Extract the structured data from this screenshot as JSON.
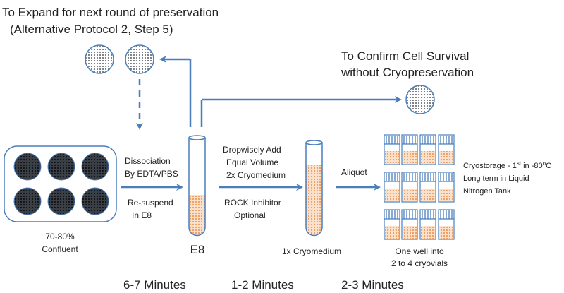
{
  "labels": {
    "expand_line1": "To Expand for next round of preservation",
    "expand_line2": "(Alternative Protocol 2, Step 5)",
    "confirm_line1": "To Confirm Cell Survival",
    "confirm_line2": "without Cryopreservation",
    "confluent_line1": "70-80%",
    "confluent_line2": "Confluent",
    "dissociation_line1": "Dissociation",
    "dissociation_line2": "By EDTA/PBS",
    "resuspend_line1": "Re-suspend",
    "resuspend_line2": "In E8",
    "tube_e8_label": "E8",
    "dropwise_line1": "Dropwisely Add",
    "dropwise_line2": "Equal Volume",
    "dropwise_line3": "2x Cryomedium",
    "rock_line1": "ROCK Inhibitor",
    "rock_line2": "Optional",
    "cryomedium_label": "1x Cryomedium",
    "aliquot": "Aliquot",
    "one_well_line1": "One well into",
    "one_well_line2": "2 to 4 cryovials",
    "cryostorage_line1_prefix": "Cryostorage - 1",
    "cryostorage_line1_sup1": "st",
    "cryostorage_line1_mid": " in -80",
    "cryostorage_line1_sup2": "o",
    "cryostorage_line1_suffix": "C",
    "cryostorage_line2": "Long term in Liquid",
    "cryostorage_line3": "Nitrogen Tank"
  },
  "times": {
    "step1": "6-7 Minutes",
    "step2": "1-2 Minutes",
    "step3": "2-3 Minutes"
  },
  "colors": {
    "arrow": "#4a7ebb",
    "outline": "#4a7ebb",
    "cell_fill": "#9aa0a8",
    "liquid": "#f4b183"
  }
}
